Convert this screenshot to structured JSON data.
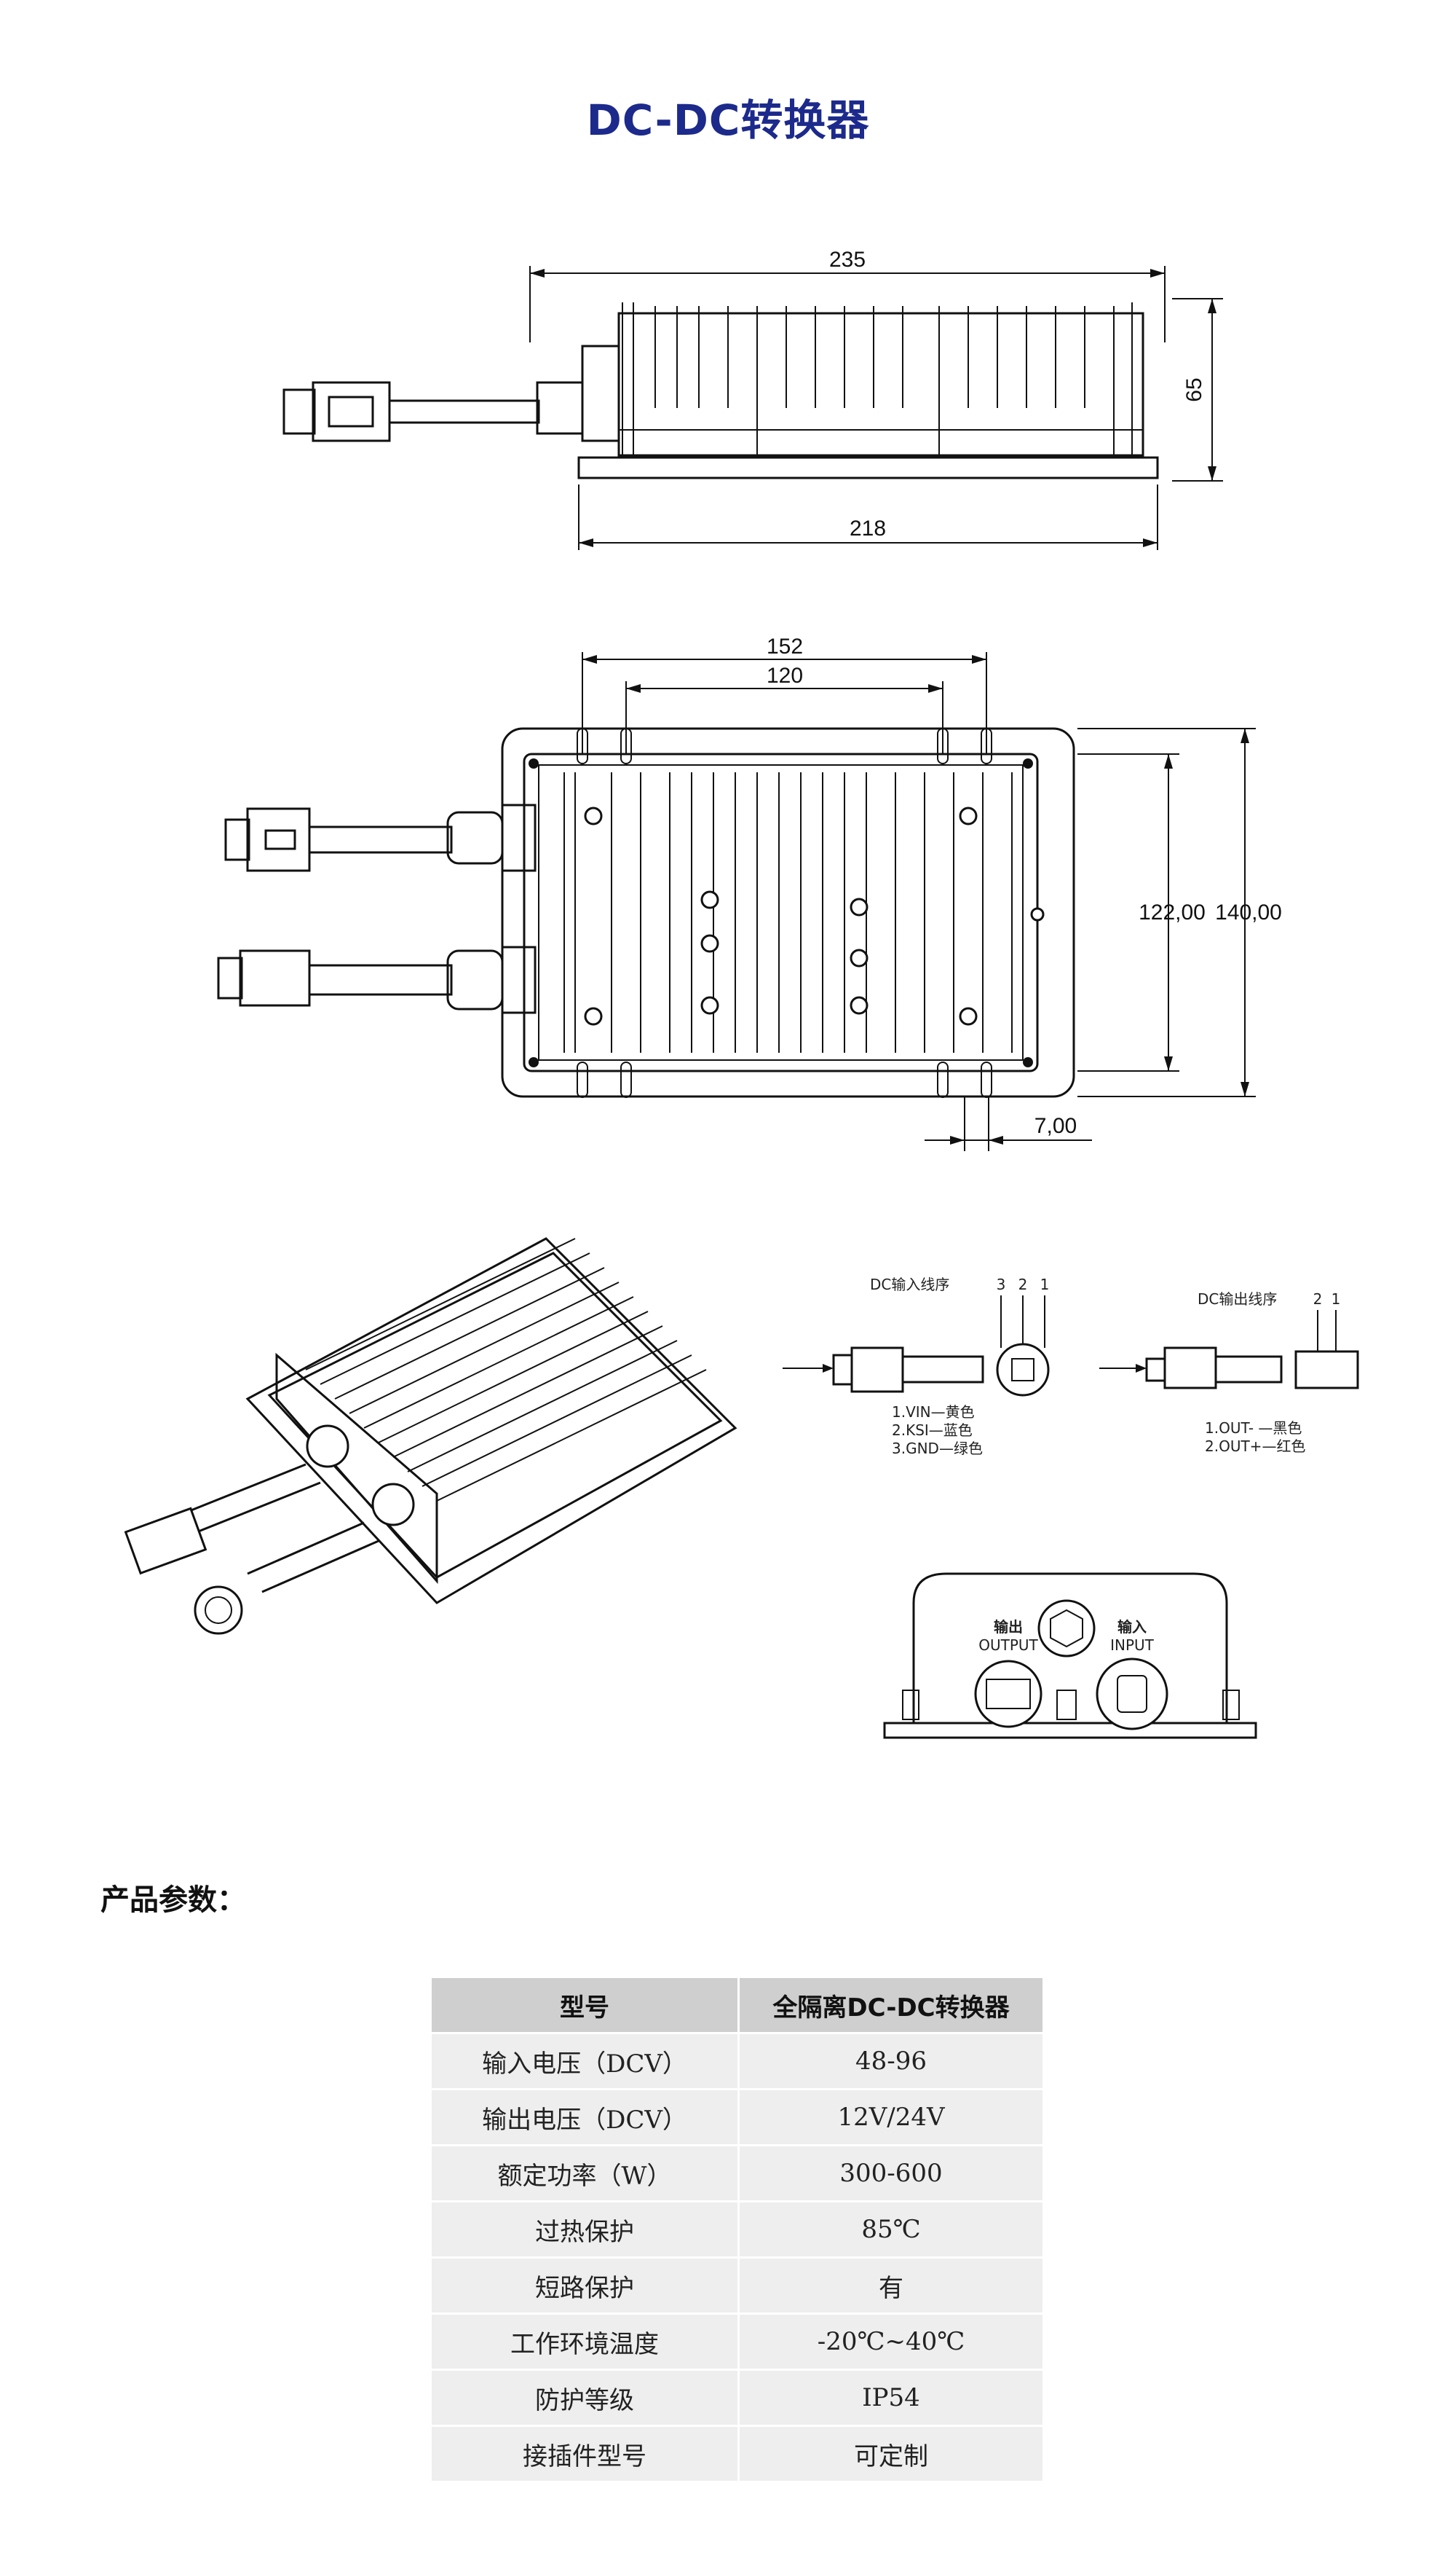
{
  "page": {
    "title": "DC-DC转换器"
  },
  "side_view": {
    "dim_top": "235",
    "dim_bottom": "218",
    "dim_height": "65"
  },
  "top_view": {
    "dim_outer_width": "152",
    "dim_inner_width": "120",
    "dim_inner_height": "122,00",
    "dim_outer_height": "140,00",
    "dim_slot": "7,00"
  },
  "wiring": {
    "input": {
      "title": "DC输入线序",
      "pin_numbers": [
        "3",
        "2",
        "1"
      ],
      "legend": [
        "1.VIN—黄色",
        "2.KSI—蓝色",
        "3.GND—绿色"
      ]
    },
    "output": {
      "title": "DC输出线序",
      "pin_numbers": [
        "2",
        "1"
      ],
      "legend": [
        "1.OUT- —黑色",
        "2.OUT+—红色"
      ]
    }
  },
  "end_view": {
    "output_label": "输出",
    "output_sub": "OUTPUT",
    "input_label": "输入",
    "input_sub": "INPUT"
  },
  "params": {
    "heading": "产品参数：",
    "header": [
      "型号",
      "全隔离DC-DC转换器"
    ],
    "rows": [
      [
        "输入电压（DCV）",
        "48-96"
      ],
      [
        "输出电压（DCV）",
        "12V/24V"
      ],
      [
        "额定功率（W）",
        "300-600"
      ],
      [
        "过热保护",
        "85℃"
      ],
      [
        "短路保护",
        "有"
      ],
      [
        "工作环境温度",
        "-20℃~40℃"
      ],
      [
        "防护等级",
        "IP54"
      ],
      [
        "接插件型号",
        "可定制"
      ]
    ]
  }
}
